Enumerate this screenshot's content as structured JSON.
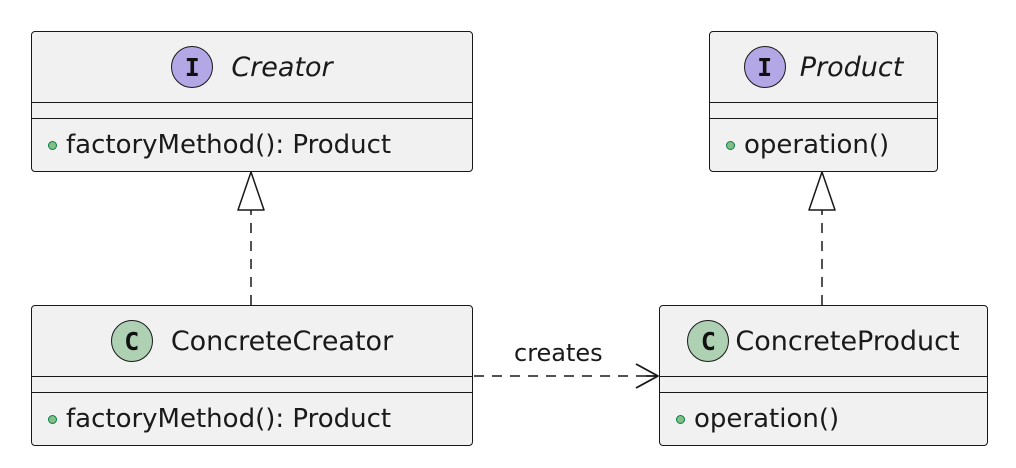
{
  "diagram": {
    "creator": {
      "stereotype_glyph": "I",
      "stereotype_kind": "interface",
      "name": "Creator",
      "members": [
        "factoryMethod(): Product"
      ]
    },
    "product": {
      "stereotype_glyph": "I",
      "stereotype_kind": "interface",
      "name": "Product",
      "members": [
        "operation()"
      ]
    },
    "concrete_creator": {
      "stereotype_glyph": "C",
      "stereotype_kind": "class",
      "name": "ConcreteCreator",
      "members": [
        "factoryMethod(): Product"
      ]
    },
    "concrete_product": {
      "stereotype_glyph": "C",
      "stereotype_kind": "class",
      "name": "ConcreteProduct",
      "members": [
        "operation()"
      ]
    },
    "relations": [
      {
        "kind": "realization",
        "from": "ConcreteCreator",
        "to": "Creator"
      },
      {
        "kind": "realization",
        "from": "ConcreteProduct",
        "to": "Product"
      },
      {
        "kind": "dependency",
        "from": "ConcreteCreator",
        "to": "ConcreteProduct",
        "label": "creates"
      }
    ],
    "colors": {
      "box_fill": "#f1f1f1",
      "border": "#181818",
      "interface_icon": "#b4a7e5",
      "class_icon": "#add1b2",
      "public_dot": "#84be84"
    }
  }
}
